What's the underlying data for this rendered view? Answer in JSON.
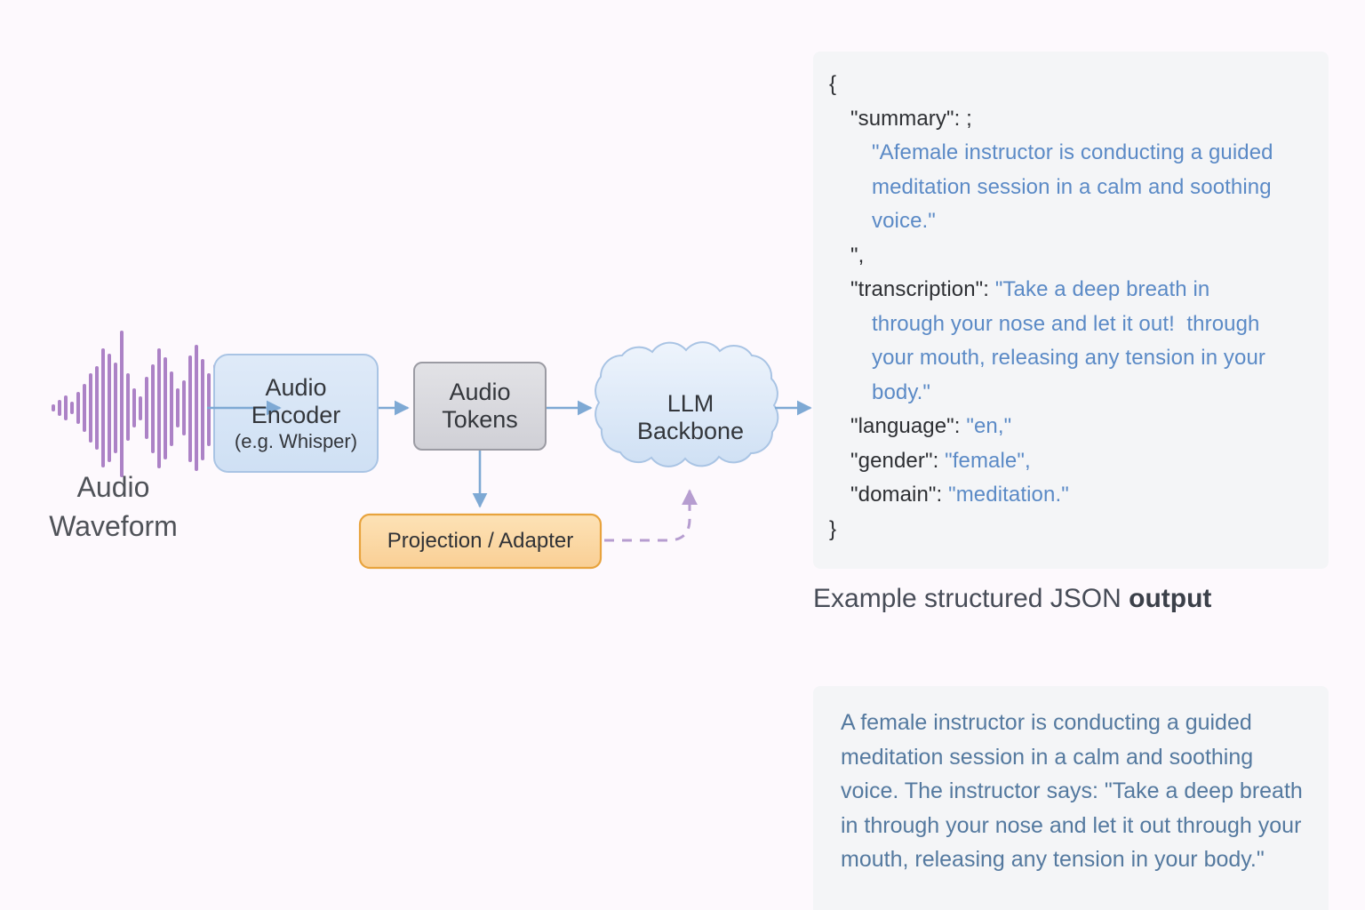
{
  "page": {
    "background_color": "#fdf9fd",
    "title": "Audio LLM pipeline with structured JSON output"
  },
  "pipeline": {
    "waveform": {
      "label_line1": "Audio",
      "label_line2": "Waveform",
      "color": "#a678c2",
      "icon": "audio-waveform-icon"
    },
    "nodes": [
      {
        "id": "audio-encoder",
        "line1": "Audio",
        "line2": "Encoder",
        "line3": "(e.g. Whisper)",
        "fill": "#d6e4f5",
        "stroke": "#a9c4e4",
        "shape": "rounded-rect"
      },
      {
        "id": "audio-tokens",
        "line1": "Audio",
        "line2": "Tokens",
        "line3": "",
        "fill": "#d9d9dd",
        "stroke": "#9b9ba3",
        "shape": "rounded-rect"
      },
      {
        "id": "llm-backbone",
        "line1": "LLM",
        "line2": "Backbone",
        "line3": "",
        "fill": "#dce8f7",
        "stroke": "#a9c4e4",
        "shape": "cloud"
      },
      {
        "id": "projection-adapter",
        "line1": "Projection / Adapter",
        "line2": "",
        "line3": "",
        "fill": "#fbd9a5",
        "stroke": "#e8a33d",
        "shape": "rounded-rect"
      }
    ],
    "arrows": [
      {
        "id": "waveform-to-encoder",
        "style": "solid",
        "color": "#7ea9d4"
      },
      {
        "id": "encoder-to-tokens",
        "style": "solid",
        "color": "#7ea9d4"
      },
      {
        "id": "tokens-to-llm",
        "style": "solid",
        "color": "#7ea9d4"
      },
      {
        "id": "tokens-to-adapter",
        "style": "solid",
        "color": "#7ea9d4"
      },
      {
        "id": "adapter-to-llm",
        "style": "dashed",
        "color": "#b69dd0"
      },
      {
        "id": "llm-to-json",
        "style": "solid",
        "color": "#7ea9d4"
      }
    ]
  },
  "json_output": {
    "caption_normal": "Example structured JSON ",
    "caption_bold": "output",
    "lines": [
      {
        "indent": 0,
        "key": "{",
        "value": "",
        "key_color": "#2d2f33"
      },
      {
        "indent": 1,
        "key": "\"summary\": ;",
        "value": "",
        "key_color": "#2d2f33"
      },
      {
        "indent": 2,
        "key": "",
        "value": "\"Afemale instructor is conducting a guided",
        "value_color": "#5b8ac6"
      },
      {
        "indent": 2,
        "key": "",
        "value": "meditation session in a calm and soothing",
        "value_color": "#5b8ac6"
      },
      {
        "indent": 2,
        "key": "",
        "value": "voice.\"",
        "value_color": "#5b8ac6"
      },
      {
        "indent": 1,
        "key": "\",",
        "value": "",
        "key_color": "#2d2f33"
      },
      {
        "indent": 1,
        "key": "\"transcription\": ",
        "value": "\"Take a deep breath in",
        "value_color": "#5b8ac6"
      },
      {
        "indent": 2,
        "key": "",
        "value": "through your nose and let it out!  through",
        "value_color": "#5b8ac6"
      },
      {
        "indent": 2,
        "key": "",
        "value": "your mouth, releasing any tension in your",
        "value_color": "#5b8ac6"
      },
      {
        "indent": 2,
        "key": "",
        "value": "body.\"",
        "value_color": "#5b8ac6"
      },
      {
        "indent": 1,
        "key": "\"language\": ",
        "value": "\"en,\"",
        "value_color": "#5b8ac6"
      },
      {
        "indent": 1,
        "key": "\"gender\": ",
        "value": "\"female\",",
        "value_color": "#5b8ac6"
      },
      {
        "indent": 1,
        "key": "\"domain\": ",
        "value": "\"meditation.\"",
        "value_color": "#5b8ac6"
      },
      {
        "indent": 0,
        "key": "}",
        "value": "",
        "key_color": "#2d2f33"
      }
    ]
  },
  "paragraph_panel": {
    "text": "A female instructor is conducting a guided meditation session in a calm and soothing voice. The instructor says: \"Take a deep breath in through your nose and let it out through your mouth, releasing any tension in your body.\"",
    "text_color": "#54799f"
  }
}
